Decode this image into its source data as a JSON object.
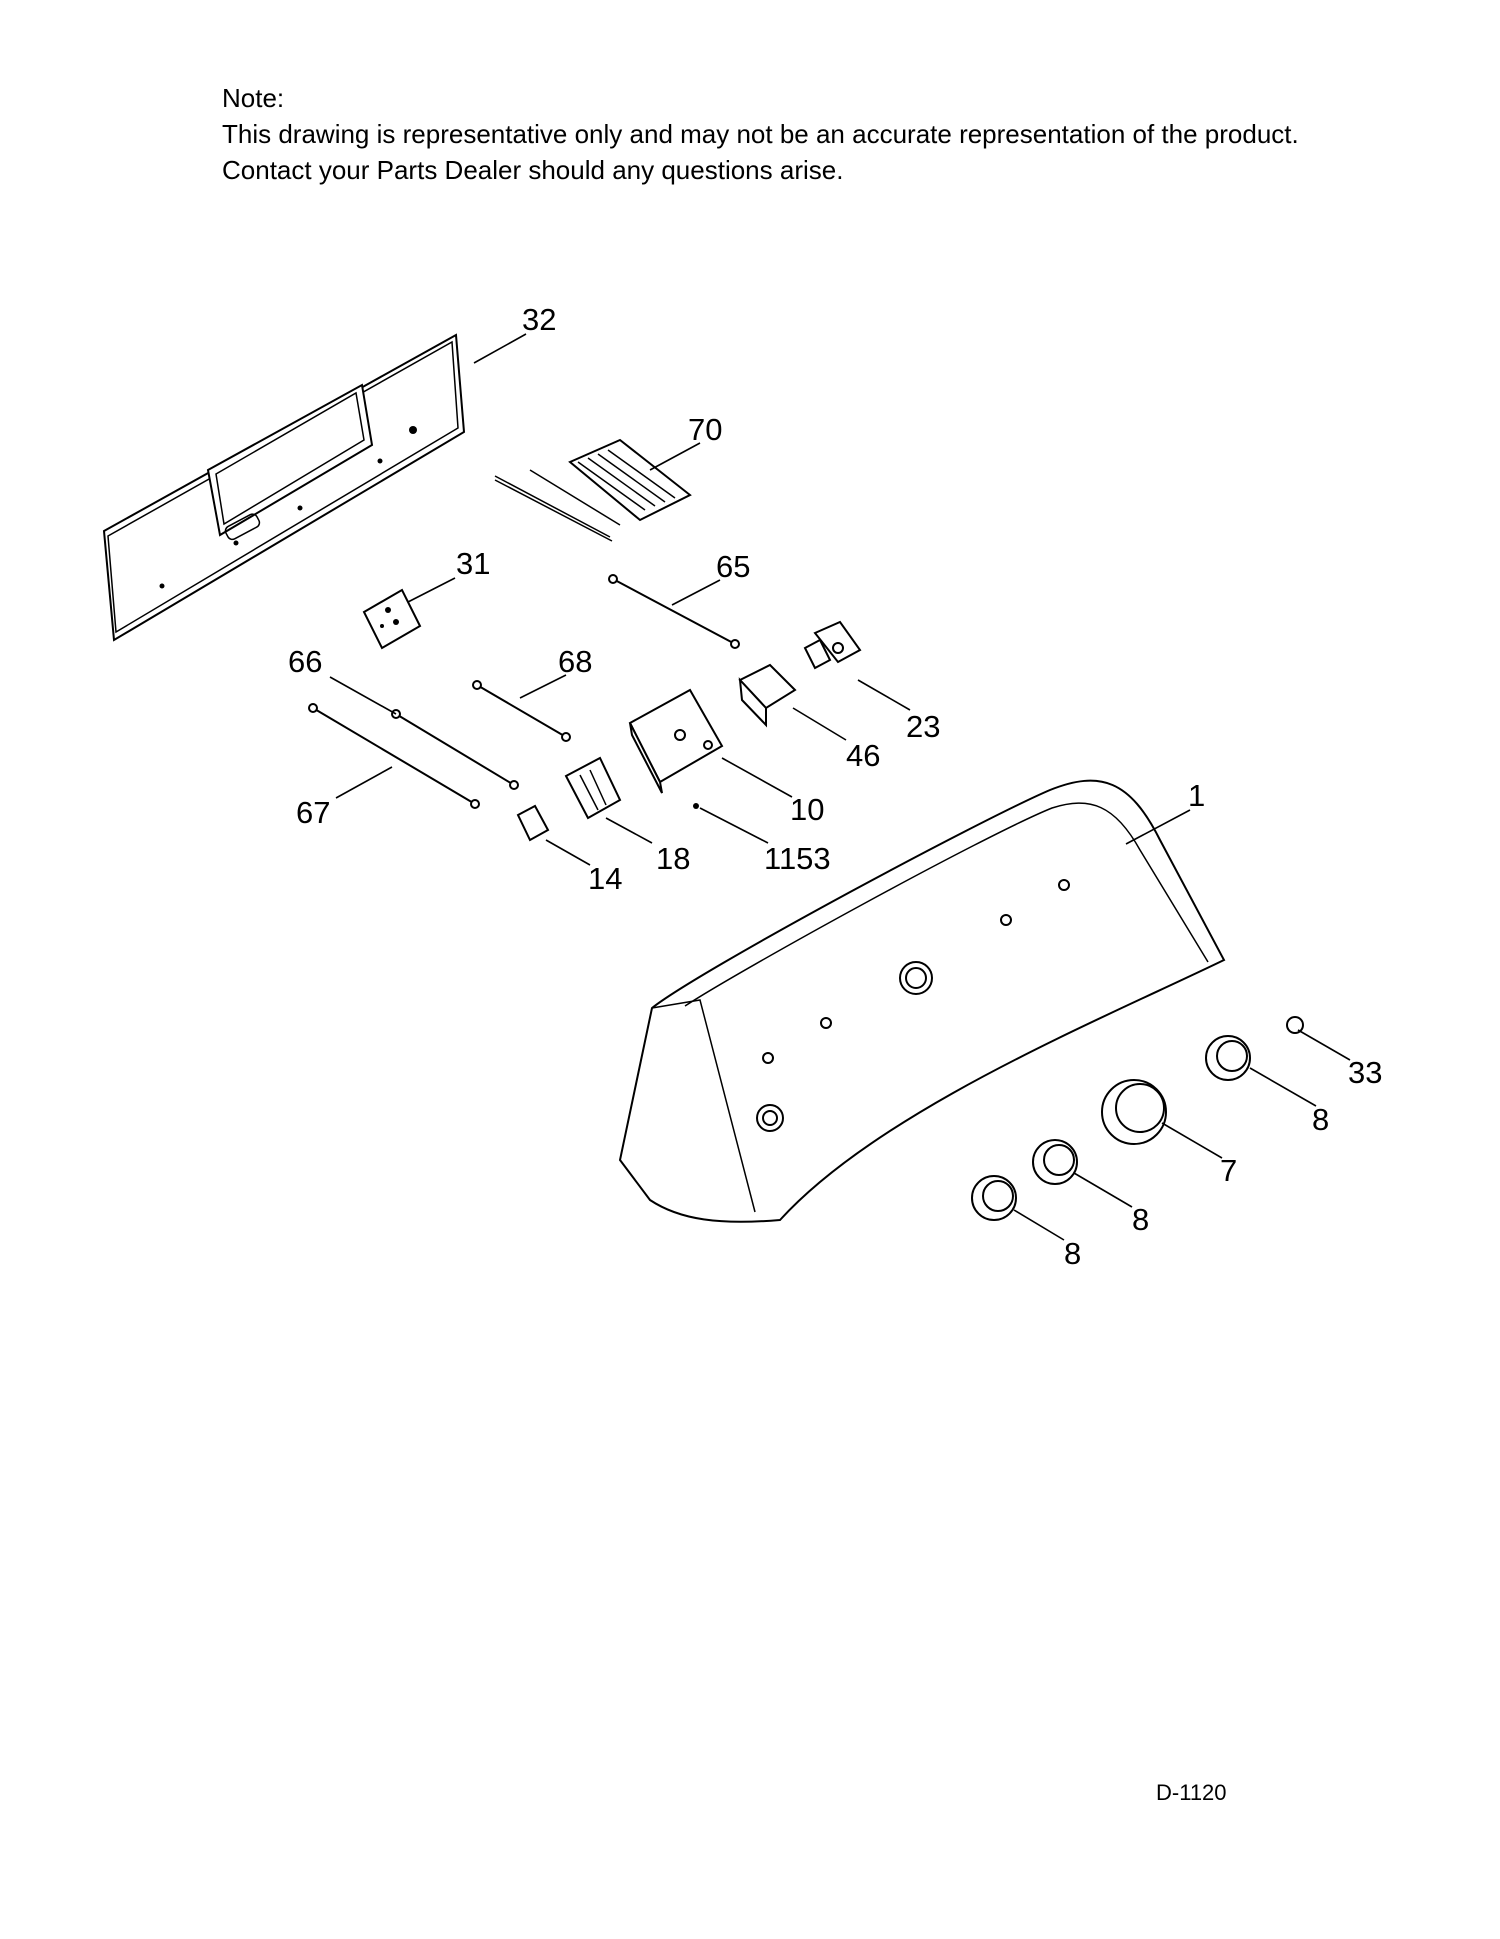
{
  "note": {
    "heading": "Note:",
    "line1": "This drawing is representative only and may not be an accurate representation of the product.",
    "line2": "Contact your Parts Dealer should any questions arise."
  },
  "callouts": [
    {
      "id": "32",
      "label": "32"
    },
    {
      "id": "70",
      "label": "70"
    },
    {
      "id": "31",
      "label": "31"
    },
    {
      "id": "65",
      "label": "65"
    },
    {
      "id": "66",
      "label": "66"
    },
    {
      "id": "68",
      "label": "68"
    },
    {
      "id": "23",
      "label": "23"
    },
    {
      "id": "46",
      "label": "46"
    },
    {
      "id": "67",
      "label": "67"
    },
    {
      "id": "10",
      "label": "10"
    },
    {
      "id": "1",
      "label": "1"
    },
    {
      "id": "18",
      "label": "18"
    },
    {
      "id": "1153",
      "label": "1153"
    },
    {
      "id": "14",
      "label": "14"
    },
    {
      "id": "33",
      "label": "33"
    },
    {
      "id": "8a",
      "label": "8"
    },
    {
      "id": "7",
      "label": "7"
    },
    {
      "id": "8b",
      "label": "8"
    },
    {
      "id": "8c",
      "label": "8"
    }
  ],
  "doc_id": "D-1120"
}
